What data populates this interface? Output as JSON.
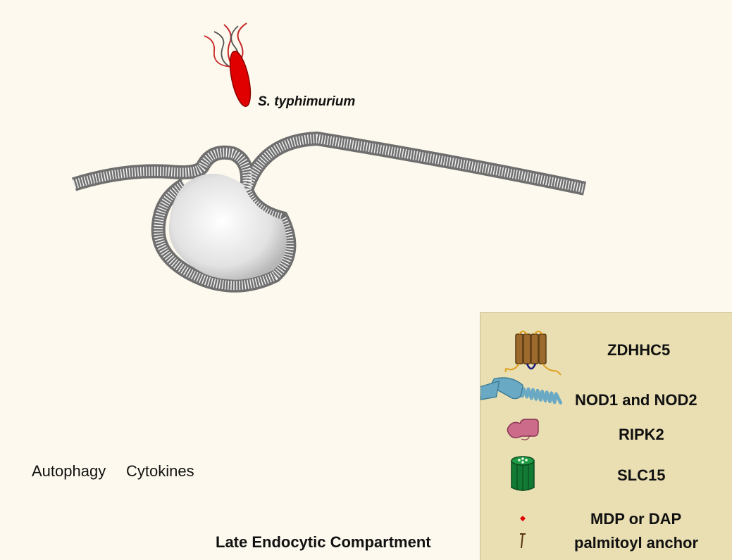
{
  "labels": {
    "bacterium": "S. typhimurium",
    "autophagy": "Autophagy",
    "cytokines": "Cytokines",
    "compartment": "Late Endocytic Compartment"
  },
  "legend": {
    "zdhhc5": "ZDHHC5",
    "nod": "NOD1 and NOD2",
    "ripk2": "RIPK2",
    "slc15": "SLC15",
    "ligand": "MDP or  DAP",
    "anchor": "palmitoyl anchor"
  },
  "colors": {
    "background": "#fdf9ee",
    "legend_background": "#e9dfb3",
    "bacterium": "#e00000",
    "zdhhc5": "#9c6a2c",
    "nod": "#6aa9c4",
    "ripk2": "#cc6b8a",
    "slc15": "#137a33",
    "membrane": "#6f6f6f"
  }
}
